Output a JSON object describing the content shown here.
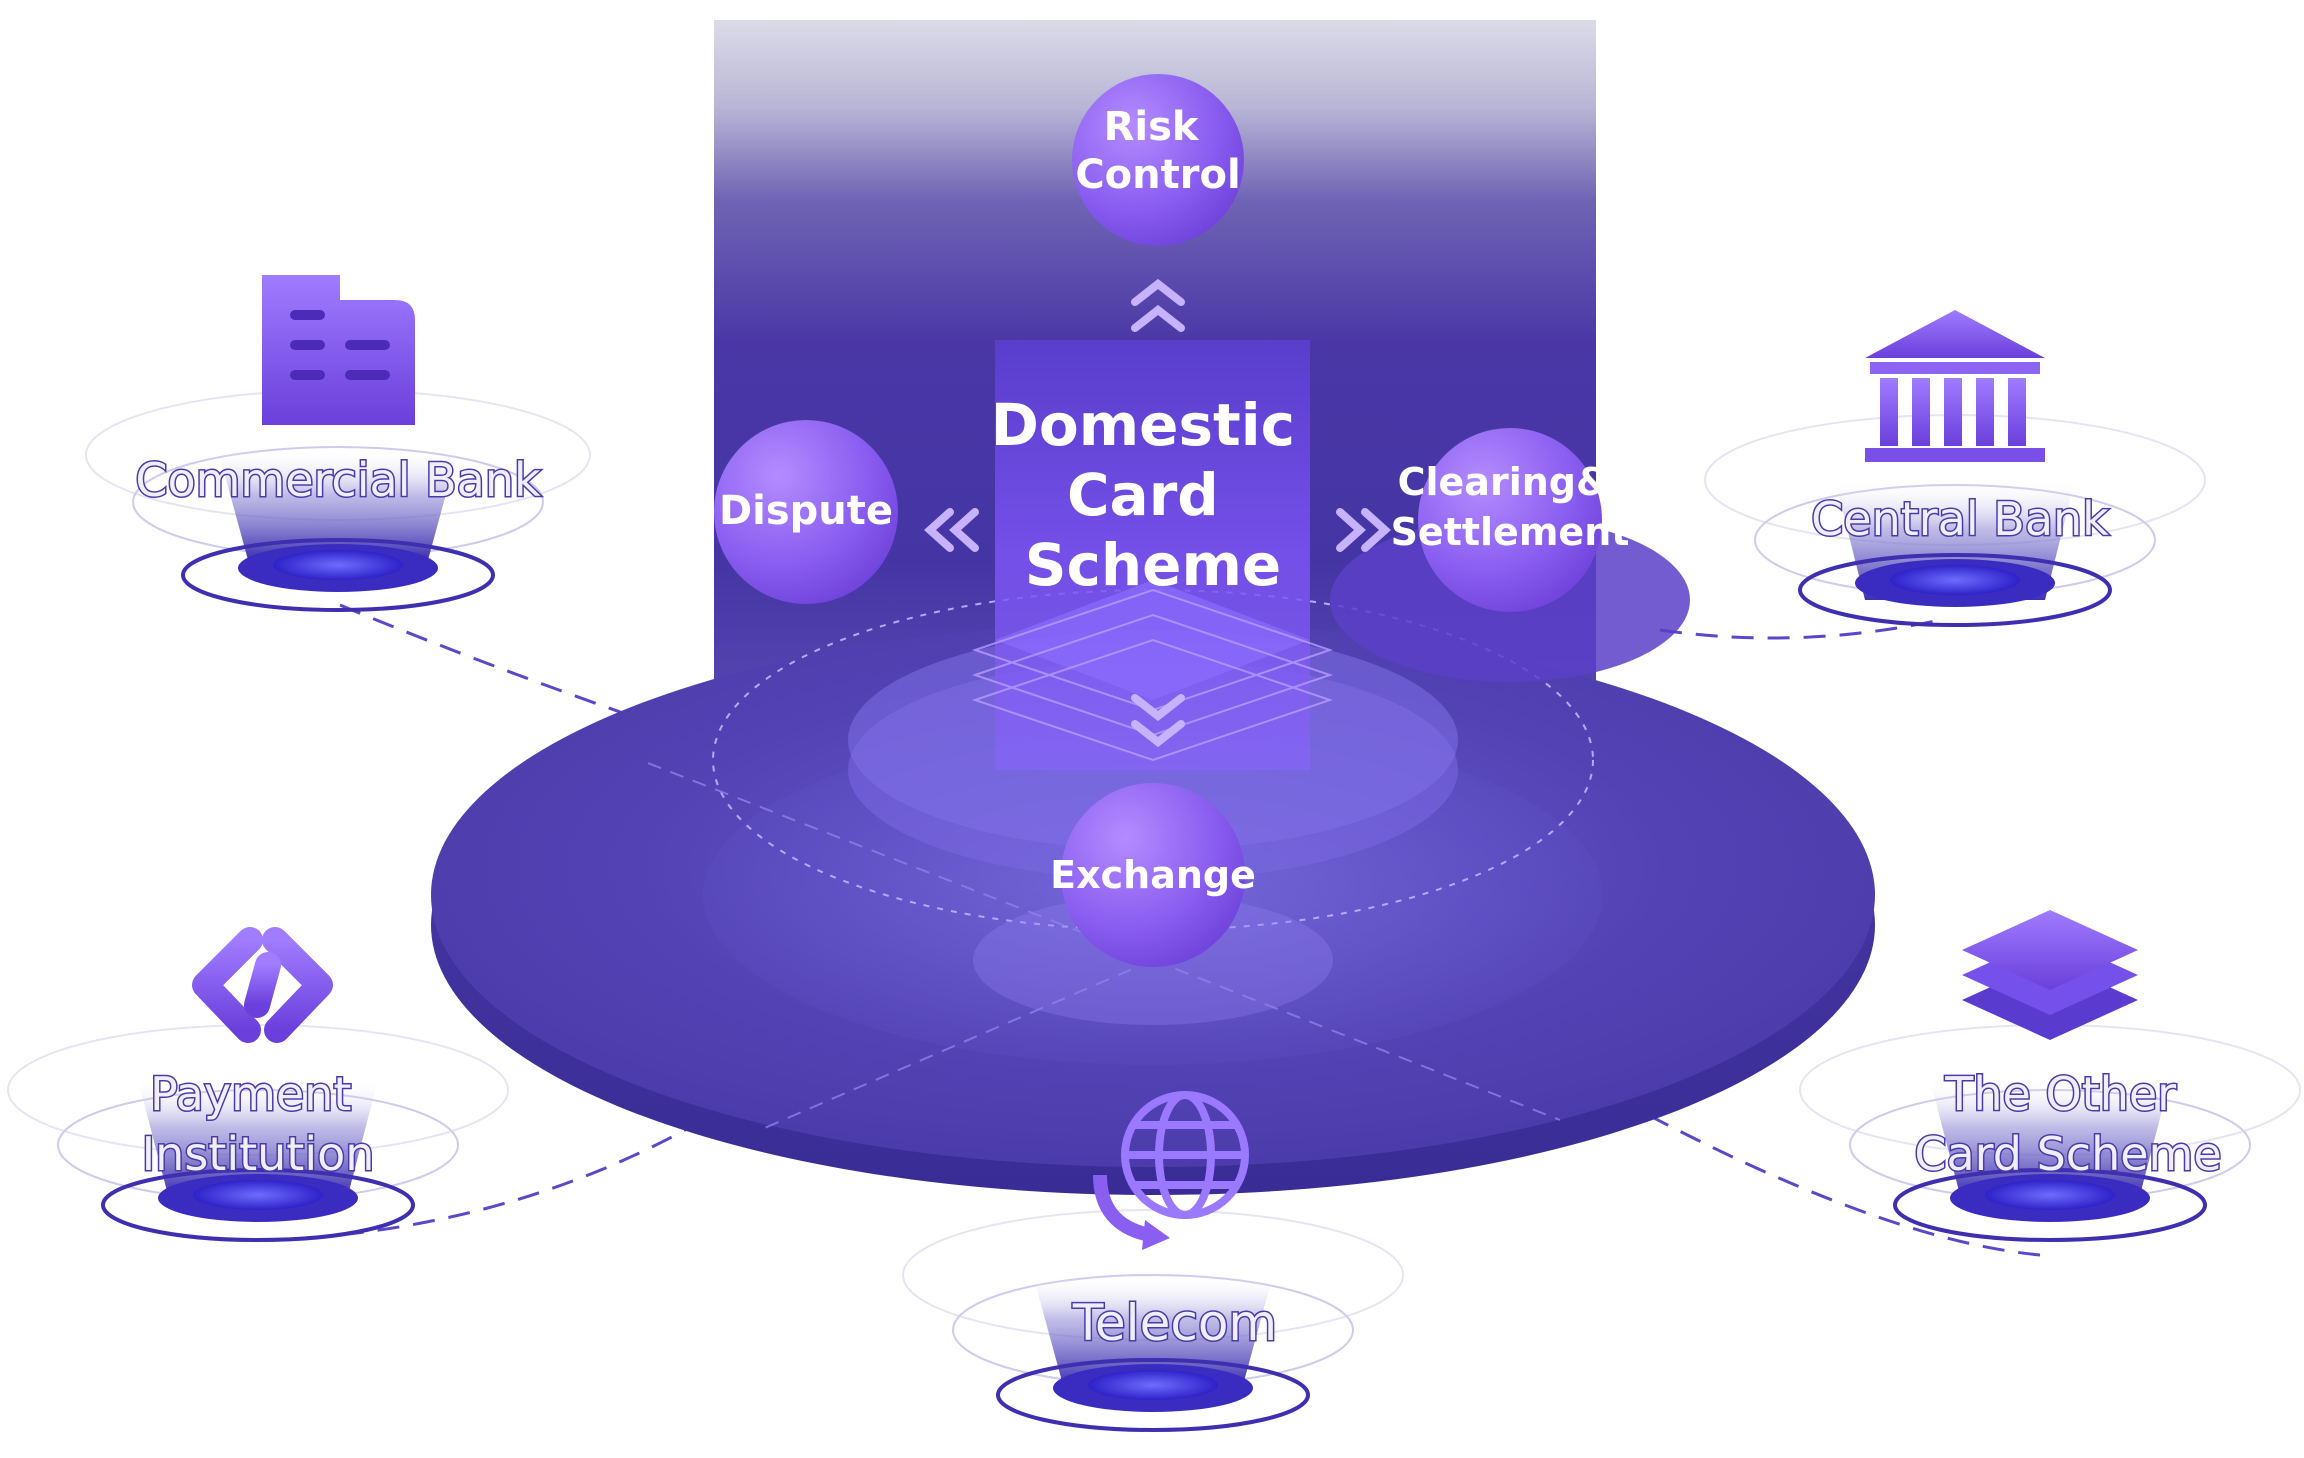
{
  "center": {
    "title_lines": [
      "Domestic",
      "Card",
      "Scheme"
    ]
  },
  "functions": {
    "risk_control": [
      "Risk",
      "Control"
    ],
    "dispute": [
      "Dispute"
    ],
    "clearing": [
      "Clearing&",
      "Settlement"
    ],
    "exchange": [
      "Exchange"
    ]
  },
  "participants": {
    "commercial_bank": [
      "Commercial Bank"
    ],
    "central_bank": [
      "Central Bank"
    ],
    "payment_institution": [
      "Payment",
      "Institution"
    ],
    "other_card_scheme": [
      "The Other",
      "Card Scheme"
    ],
    "telecom": [
      "Telecom"
    ]
  },
  "icons": {
    "commercial_bank": "building-icon",
    "central_bank": "bank-icon",
    "payment_institution": "link-icon",
    "other_card_scheme": "layers-icon",
    "telecom": "globe-sync-icon"
  },
  "colors": {
    "accent": "#7a4fe8",
    "platform": "#4a3aa8",
    "node": "#8f63f0",
    "dashed": "#5b48c9"
  }
}
